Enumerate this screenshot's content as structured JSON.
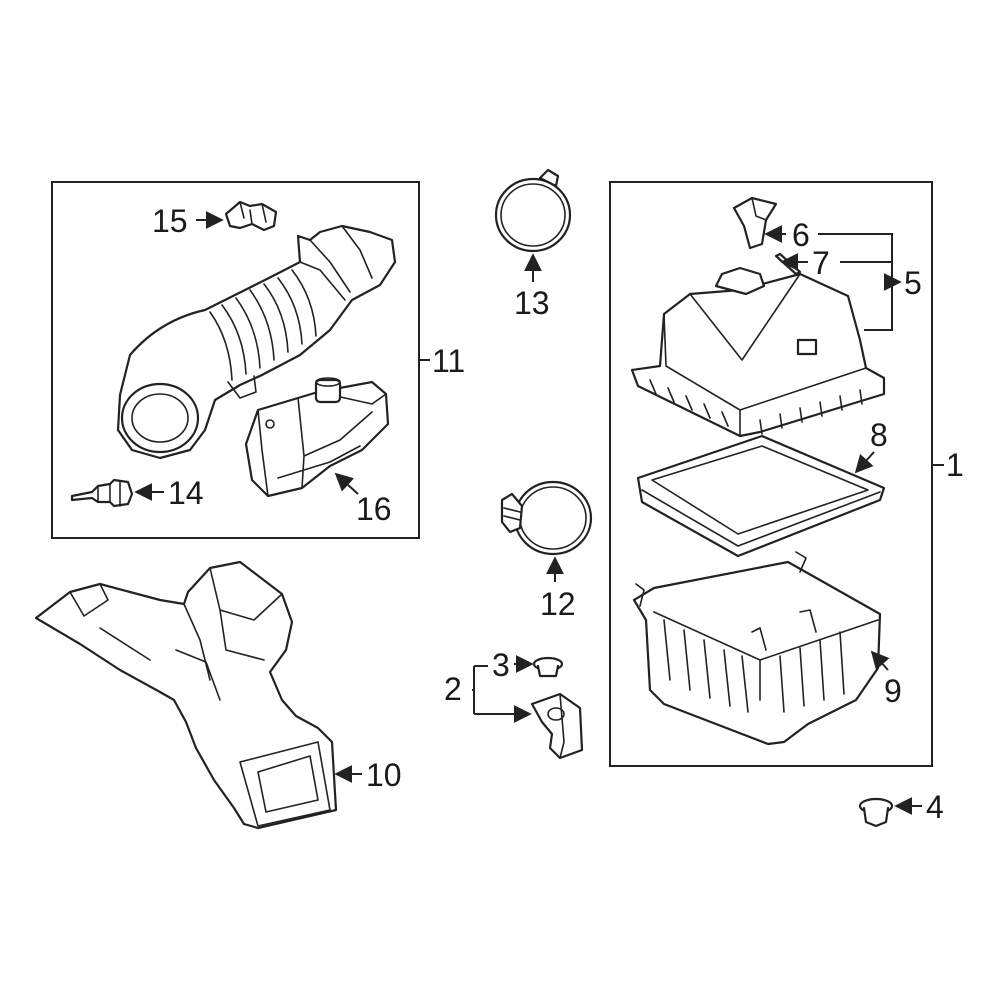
{
  "colors": {
    "highlight": "#2233cc",
    "line": "#222222",
    "background": "#ffffff"
  },
  "callouts": {
    "c1": "1",
    "c2": "2",
    "c3": "3",
    "c4": "4",
    "c5": "5",
    "c6": "6",
    "c7": "7",
    "c8": "8",
    "c9": "9",
    "c10": "10",
    "c11": "11",
    "c12": "12",
    "c13": "13",
    "c14": "14",
    "c15": "15",
    "c16": "16"
  }
}
